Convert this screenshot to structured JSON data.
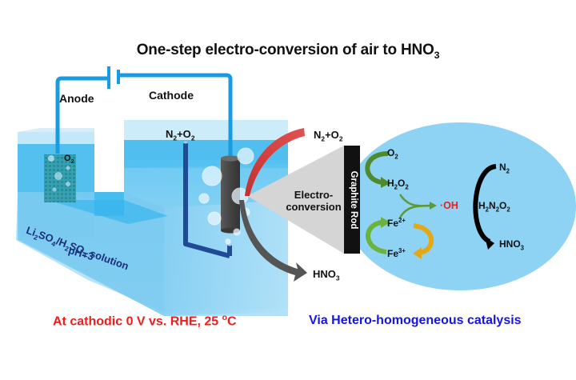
{
  "title": {
    "main": "One-step electro-conversion of air to HNO",
    "sub": "3"
  },
  "circuit": {
    "anode_label": "Anode",
    "cathode_label": "Cathode"
  },
  "cell": {
    "anode_gas": {
      "main": "O",
      "sub": "2"
    },
    "feed_gas": [
      "N",
      "2",
      "+O",
      "2"
    ],
    "electrolyte": [
      "Li",
      "2",
      "SO",
      "4",
      "/H",
      "2",
      "SO",
      "4",
      " solution"
    ],
    "ph": "pH=3"
  },
  "conversion": {
    "input": [
      "N",
      "2",
      "+O",
      "2"
    ],
    "output": [
      "HNO",
      "3"
    ],
    "center_label_line1": "Electro-",
    "center_label_line2": "conversion",
    "rod_label": "Graphite Rod"
  },
  "mechanism": {
    "o2": [
      "O",
      "2"
    ],
    "h2o2": [
      "H",
      "2",
      "O",
      "2"
    ],
    "fe2": [
      "Fe",
      "2+"
    ],
    "fe3": [
      "Fe",
      "3+"
    ],
    "oh": "·OH",
    "n2": [
      "N",
      "2"
    ],
    "h2n2o2": [
      "H",
      "2",
      "N",
      "2",
      "O",
      "2"
    ],
    "hno3": [
      "HNO",
      "3"
    ]
  },
  "footer": {
    "left_main": "At cathodic 0 V vs. RHE, 25 ",
    "left_sup": "o",
    "left_end": "C",
    "right": "Via Hetero-homogeneous catalysis"
  },
  "colors": {
    "wire": "#1a9be0",
    "water": "#8fd3f4",
    "water_dark": "#29b0ea",
    "tube": "#1f4a94",
    "rod": "#4d4d4d",
    "red_arrow": "#d63a3a",
    "gray_arrow": "#555555",
    "green_dark": "#4f8a2c",
    "green_light": "#6bb33d",
    "orange_arrow": "#e3a814",
    "oh_red": "#ee1c1c",
    "footer_red": "#ee1c1c",
    "footer_blue": "#1515e0"
  }
}
